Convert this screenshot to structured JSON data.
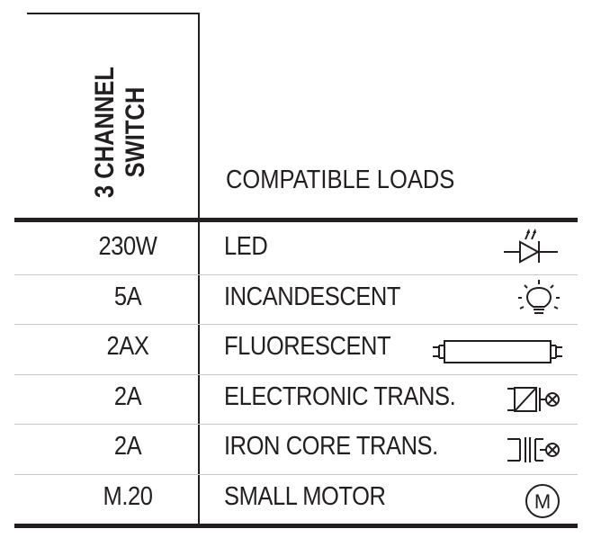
{
  "header": {
    "switch_line1": "3 CHANNEL",
    "switch_line2": "SWITCH",
    "loads": "COMPATIBLE LOADS"
  },
  "rows": [
    {
      "rating": "230W",
      "load": "LED",
      "icon": "led-diode-icon"
    },
    {
      "rating": "5A",
      "load": "INCANDESCENT",
      "icon": "incandescent-bulb-icon"
    },
    {
      "rating": "2AX",
      "load": "FLUORESCENT",
      "icon": "fluorescent-tube-icon"
    },
    {
      "rating": "2A",
      "load": "ELECTRONIC TRANS.",
      "icon": "electronic-transformer-icon"
    },
    {
      "rating": "2A",
      "load": "IRON CORE TRANS.",
      "icon": "iron-core-transformer-icon"
    },
    {
      "rating": "M.20",
      "load": "SMALL MOTOR",
      "icon": "motor-icon",
      "icon_text": "M"
    }
  ],
  "colors": {
    "ink": "#231f20",
    "rule": "#c8c8c8"
  }
}
